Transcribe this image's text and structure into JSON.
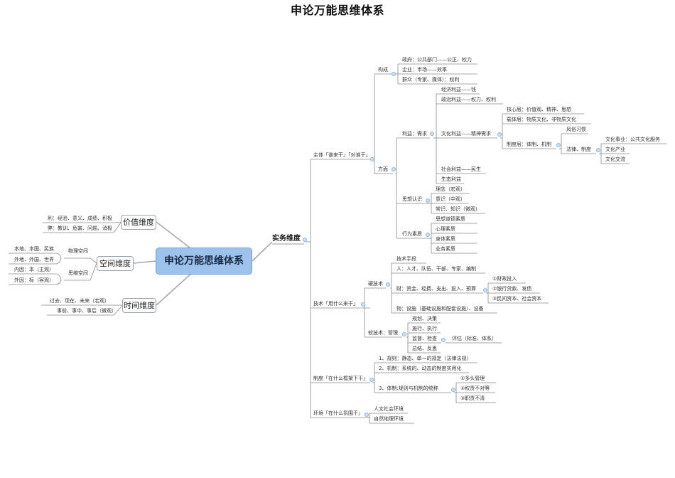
{
  "title": "申论万能思维体系",
  "center_label": "申论万能思维体系",
  "left": {
    "value": {
      "label": "价值维度",
      "items": [
        "利：经验、意义、成绩、积极",
        "弊：教训、危害、问题、消极"
      ]
    },
    "space": {
      "label": "空间维度",
      "physical": {
        "label": "物理空间",
        "items": [
          "本地、本国、民族",
          "外地、外国、世界"
        ]
      },
      "thinking": {
        "label": "思维空间",
        "items": [
          "内因：本（主观）",
          "外因：标（客观）"
        ]
      }
    },
    "time": {
      "label": "时间维度",
      "items": [
        "过去、现在、未来（宏观）",
        "事前、事中、事后（微观）"
      ]
    }
  },
  "right": {
    "practice": "实务维度",
    "subject": {
      "label": "主体「谁来干」「对谁干」",
      "composition": {
        "label": "构成",
        "items": [
          "政府：公共部门——公正、权力",
          "企业：市场——效率",
          "群众（专家、媒体）：权利"
        ]
      },
      "aspect": {
        "label": "方面",
        "interest": {
          "label": "利益：需求",
          "economic": "经济利益——钱",
          "political": "政治利益——权力、权利",
          "cultural": "文化利益——精神需求",
          "social": "社会利益——民生",
          "ecological": "生态利益",
          "core": "核心层：价值观、精神、思想",
          "carrier": "载体层：物质文化、非物质文化",
          "institutional": "制度层：体制、机制",
          "custom": "风俗习惯",
          "law": "法律、制度",
          "law_items": [
            "文化事业：公共文化服务",
            "文化产业",
            "文化交流"
          ]
        },
        "thought": {
          "label": "思想认识",
          "items": [
            "理念（宏观）",
            "意识（中观）",
            "常识、知识（微观）"
          ]
        },
        "quality": {
          "label": "行为素质",
          "items": [
            "思想道德素质",
            "心理素质",
            "身体素质",
            "业务素质"
          ]
        }
      }
    },
    "technique": {
      "label": "技术「用什么来干」",
      "hard": {
        "label": "硬技术",
        "means": "技术手段",
        "people": "人：人才、队伍、干部、专家、编制",
        "money": "财：资金、经费、支出、投入、预算",
        "money_items": [
          "①财政投入",
          "②银行贷款、发债",
          "③民间资本、社会资本"
        ],
        "things": "物：设施（基础设施和配套设施）、设备"
      },
      "soft": {
        "label": "软技术：管理",
        "plan": "规划、决策",
        "exec": "施行、执行",
        "supervise": "监督、检查",
        "evaluate": "评估（标准、体系）",
        "summary": "总结、反思"
      }
    },
    "system": {
      "label": "制度「在什么框架下干」",
      "rules": "1、规则：静态、单一的规定（法律法规）",
      "mechanism": "2、机制：系统的、动态的制度实用化",
      "bad": "3、体制:规则与机制的统称",
      "bad_items": [
        "①多头管理",
        "②权责不对等",
        "③职责不清"
      ]
    },
    "environment": {
      "label": "环境「在什么氛围干」",
      "items": [
        "人文社会环境",
        "自然地理环境"
      ]
    }
  }
}
